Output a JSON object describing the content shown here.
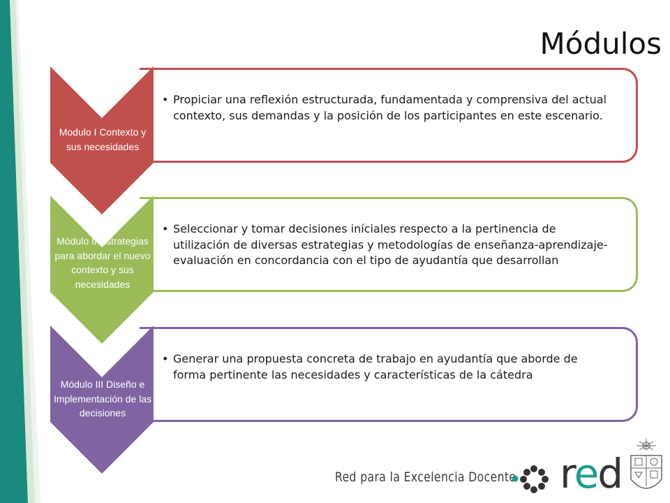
{
  "slide": {
    "title": "Módulos"
  },
  "colors": {
    "module1": "#c0504d",
    "module2": "#9bbb59",
    "module3": "#8064a2",
    "teal": "#1a8a7e"
  },
  "modules": [
    {
      "label": "Modulo I Contexto y sus necesidades",
      "bullet": "Propiciar una reflexión estructurada, fundamentada y comprensiva del actual contexto, sus demandas y la posición de los participantes en este escenario."
    },
    {
      "label": "Módulo II Estrategias para abordar el nuevo contexto y sus necesidades",
      "bullet": "Seleccionar y tomar decisiones iníciales respecto a la pertinencia de utilización de diversas estrategias y metodologías de enseñanza-aprendizaje-evaluación  en concordancia con el tipo de ayudantía que desarrollan"
    },
    {
      "label": "Módulo III Diseño e Implementación de las decisiones",
      "bullet": "Generar una propuesta concreta de trabajo en ayudantía que aborde de forma pertinente las necesidades y características de la cátedra"
    }
  ],
  "footer": {
    "brand": "Red para la Excelencia Docente",
    "logo_r": "r",
    "logo_e": "e",
    "logo_d": "d"
  }
}
